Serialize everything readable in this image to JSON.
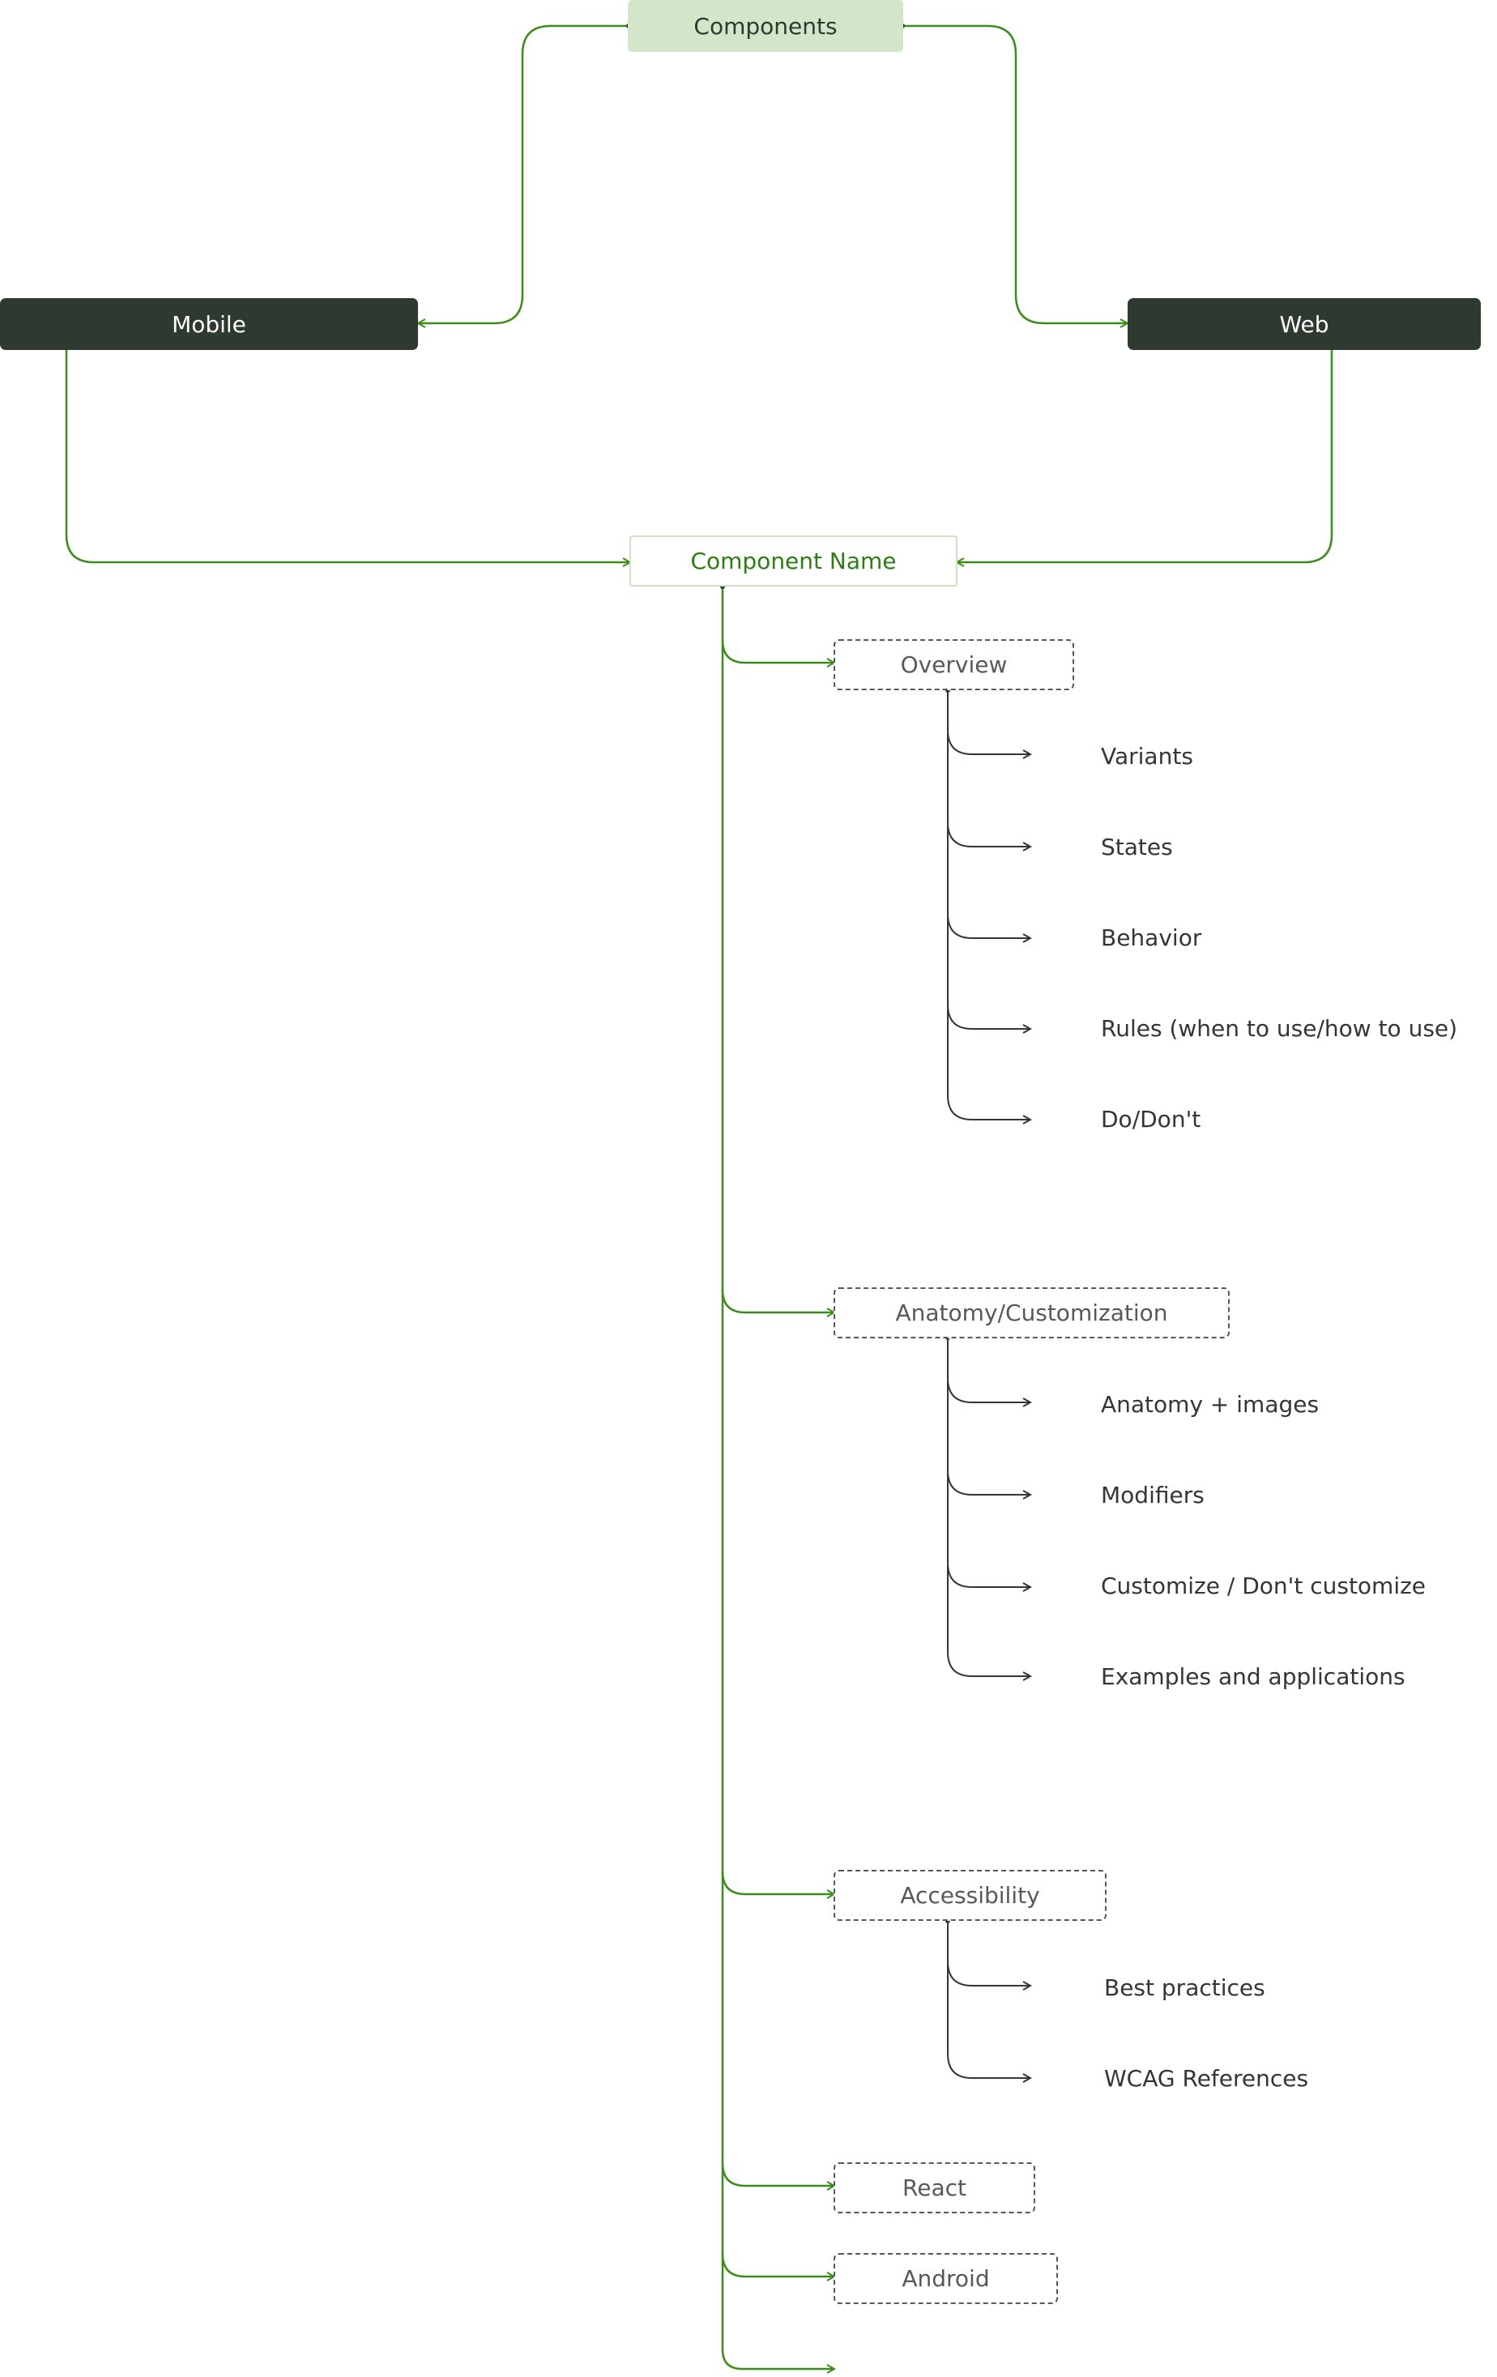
{
  "colors": {
    "green_line": "#3c8c1a",
    "dark_line": "#2e3a30",
    "root_fill": "#d4e6c9",
    "dark_fill": "#2e3a30",
    "name_text": "#2e7d12"
  },
  "root": {
    "label": "Components"
  },
  "platforms": {
    "mobile": "Mobile",
    "web": "Web"
  },
  "component": {
    "label": "Component Name"
  },
  "sections": {
    "overview": {
      "label": "Overview",
      "items": [
        "Variants",
        "States",
        "Behavior",
        "Rules (when to use/how to use)",
        "Do/Don't"
      ]
    },
    "anatomy": {
      "label": "Anatomy/Customization",
      "items": [
        "Anatomy + images",
        "Modifiers",
        "Customize / Don't customize",
        "Examples and applications"
      ]
    },
    "accessibility": {
      "label": "Accessibility",
      "items": [
        "Best practices",
        "WCAG References"
      ]
    },
    "react": {
      "label": "React"
    },
    "android": {
      "label": "Android"
    }
  }
}
